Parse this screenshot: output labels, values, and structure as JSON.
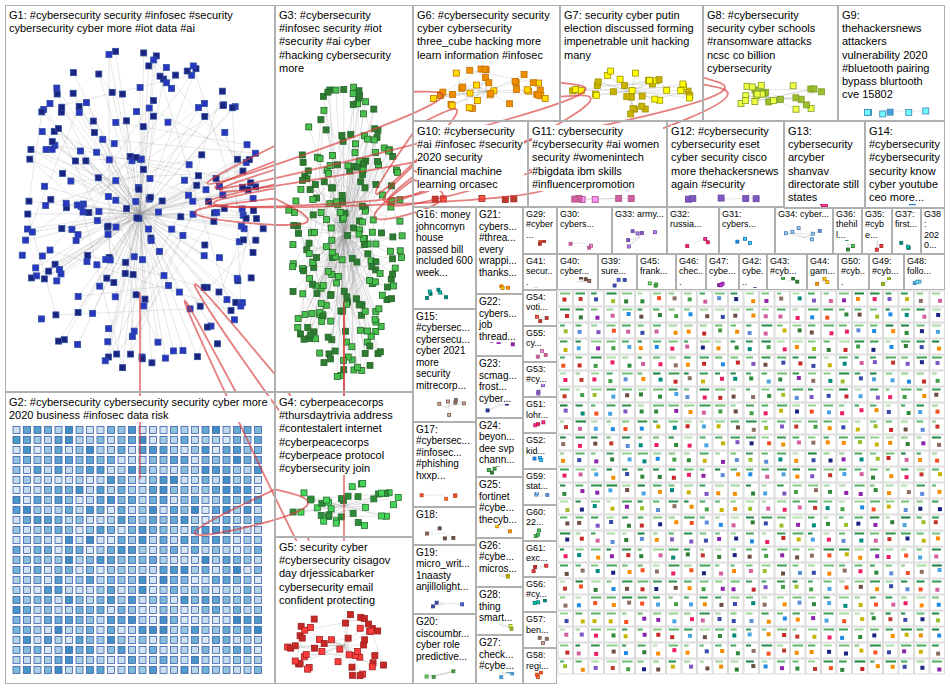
{
  "diagram": {
    "nodes": [
      {
        "text": [
          "G1: #cybersecurity security #infosec #security cybersecurity cyber more #iot data #ai"
        ]
      },
      {
        "text": [
          "G3: #cybersecurity #infosec security #iot #security #ai cyber #hacking cybersecurity more"
        ]
      },
      {
        "text": [
          "G6: #cybersecurity security cyber cybersecurity three_cube hacking more learn information #infosec"
        ]
      },
      {
        "text": [
          "G7: security cyber putin election discussed forming impenetrable unit hacking many"
        ]
      },
      {
        "text": [
          "G8: #cybersecurity security cyber schools #ransomware attacks ncsc co billion cybersecurity"
        ]
      },
      {
        "text": [
          "G9: thehackersnews attackers vulnerability 2020 #bluetooth pairing bypass blurtooth cve 15802"
        ]
      },
      {
        "text": [
          "G10: #cybersecurity #ai #infosec #security 2020 security financial machine learning orcasec"
        ]
      },
      {
        "text": [
          "G11: cybersecurity #cybersecurity #ai women security #womenintech #bigdata ibm skills #influencerpromotion"
        ]
      },
      {
        "text": [
          "G12: #cybersecurity cybersecurity eset cyber security cisco more thehackersnews again #security"
        ]
      },
      {
        "text": [
          "G13: cybersecurity arcyber shanvav directorate still states"
        ]
      },
      {
        "text": [
          "G14: #cybersecurity #cybersecurity security know cyber youtube ceo more..."
        ]
      },
      {
        "text": [
          "G2: #cybersecurity cybersecurity security cyber more 2020 business #infosec data risk"
        ]
      },
      {
        "text": [
          "G4: cyberpeacecorps #thursdaytrivia address #contestalert internet #cyberpeacecorps #cyberpeace protocol #cybersecurity join"
        ]
      },
      {
        "text": [
          "G5: security cyber #cybersecurity cisagov day drjessicabarker cybersecurity email confident protecting"
        ]
      },
      {
        "text": [
          "G16: money johncornyn house passed bill included 600 week..."
        ]
      },
      {
        "text": [
          "G15: #cybersec... cybersecu... cyber 2021 more security mitrecorp..."
        ]
      },
      {
        "text": [
          "G17: #cybersec... #infosec... #phishing hxxp..."
        ]
      },
      {
        "text": [
          "G18:"
        ]
      },
      {
        "text": [
          "G19: micro_writ... 1naasty anjillolight..."
        ]
      },
      {
        "text": [
          "G20: ciscoumbr... cyber role predictive..."
        ]
      },
      {
        "text": [
          "G21: cybers... #threa... every wrappi... thanks..."
        ]
      },
      {
        "text": [
          "G22: cybers... job thread..."
        ]
      },
      {
        "text": [
          "G23: scmag... frost... cyber..."
        ]
      },
      {
        "text": [
          "G24: beyon... dee svp chann..."
        ]
      },
      {
        "text": [
          "G25: fortinet #cybe... thecyb..."
        ]
      },
      {
        "text": [
          "G26: #cybe... micros..."
        ]
      },
      {
        "text": [
          "G28: thing smart..."
        ]
      },
      {
        "text": [
          "G27: check... #cybe..."
        ]
      },
      {
        "text": [
          "G29: #cyber..."
        ]
      },
      {
        "text": [
          "G30: cybers..."
        ]
      },
      {
        "text": [
          "G33: army..."
        ]
      },
      {
        "text": [
          "G32: russia..."
        ]
      },
      {
        "text": [
          "G31: cybers..."
        ]
      },
      {
        "text": [
          "G34: cyber..."
        ]
      },
      {
        "text": [
          "G36: thehill..."
        ]
      },
      {
        "text": [
          "G35: #cybe..."
        ]
      },
      {
        "text": [
          "G37: first..."
        ]
      },
      {
        "text": [
          "G38: 2020..."
        ]
      },
      {
        "text": [
          "G41: secur..."
        ]
      },
      {
        "text": [
          "G40: cyber..."
        ]
      },
      {
        "text": [
          "G39: sure..."
        ]
      },
      {
        "text": [
          "G45: frank..."
        ]
      },
      {
        "text": [
          "G46: chec..."
        ]
      },
      {
        "text": [
          "G47: cybe..."
        ]
      },
      {
        "text": [
          "G42: cybe..."
        ]
      },
      {
        "text": [
          "G43: #cyb..."
        ]
      },
      {
        "text": [
          "G44: gam..."
        ]
      },
      {
        "text": [
          "G50: #cyb..."
        ]
      },
      {
        "text": [
          "G49: #cyb..."
        ]
      },
      {
        "text": [
          "G48: follo..."
        ]
      },
      {
        "text": [
          "G54: voti..."
        ]
      },
      {
        "text": [
          "G55: cy..."
        ]
      },
      {
        "text": [
          "G53: #cy..."
        ]
      },
      {
        "text": [
          "G51: lohr..."
        ]
      },
      {
        "text": [
          "G52: kid..."
        ]
      },
      {
        "text": [
          "G59: stat..."
        ]
      },
      {
        "text": [
          "G60: 22..."
        ]
      },
      {
        "text": [
          "G61: exc..."
        ]
      },
      {
        "text": [
          "G56: #cy..."
        ]
      },
      {
        "text": [
          "G57: ben..."
        ]
      },
      {
        "text": [
          "G58: regi..."
        ]
      }
    ],
    "edges": [
      {
        "from": 0,
        "to": 1,
        "arrow": "none"
      },
      {
        "from": 0,
        "to": 2,
        "arrow": "none"
      },
      {
        "from": 0,
        "to": 11,
        "arrow": "none"
      },
      {
        "from": 0,
        "to": 12,
        "arrow": "none"
      },
      {
        "from": 0,
        "to": 13,
        "arrow": "none"
      },
      {
        "from": 1,
        "to": 2,
        "arrow": "none"
      },
      {
        "from": 1,
        "to": 12,
        "arrow": "none"
      },
      {
        "from": 0,
        "to": 6,
        "arrow": "none"
      },
      {
        "from": 1,
        "to": 6,
        "arrow": "none"
      },
      {
        "from": 0,
        "to": 3,
        "arrow": "none"
      },
      {
        "from": 0,
        "to": 4,
        "arrow": "none"
      },
      {
        "from": 11,
        "to": 12,
        "arrow": "none"
      },
      {
        "from": 1,
        "to": 13,
        "arrow": "none"
      },
      {
        "from": 1,
        "to": 4,
        "arrow": "none"
      },
      {
        "from": 0,
        "to": 7,
        "arrow": "none"
      },
      {
        "from": 1,
        "to": 3,
        "arrow": "none"
      }
    ]
  }
}
